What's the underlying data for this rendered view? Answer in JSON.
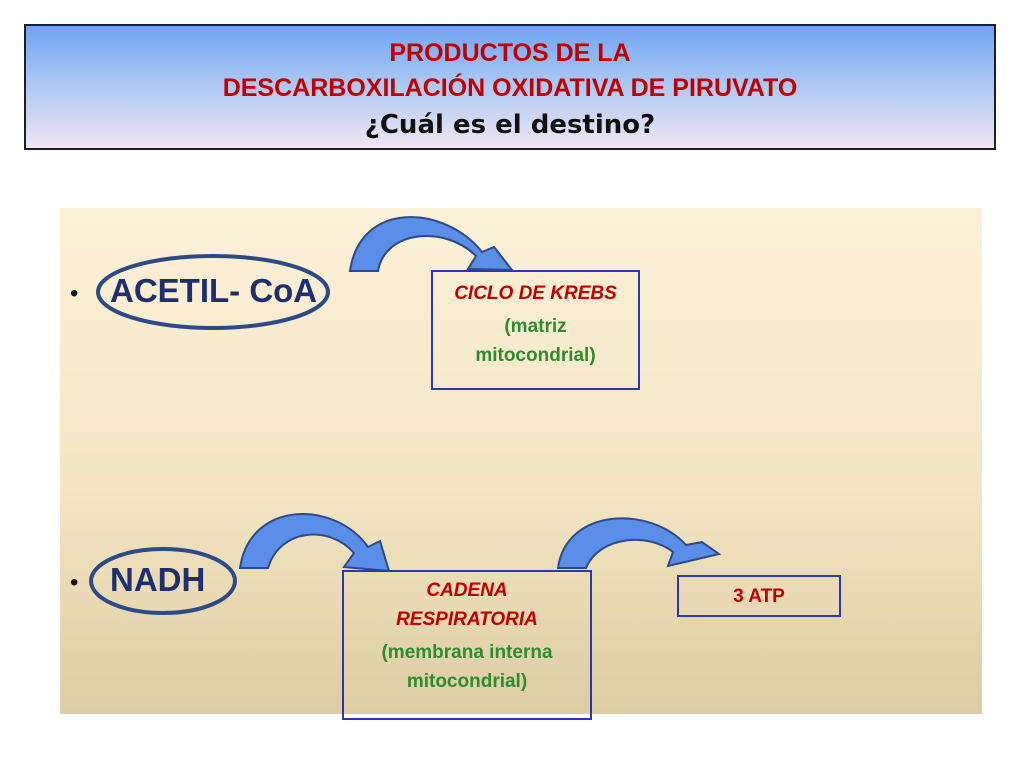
{
  "title": {
    "line1": "PRODUCTOS DE LA",
    "line2": "DESCARBOXILACIÓN OXIDATIVA DE PIRUVATO",
    "line3": "¿Cuál es el destino?"
  },
  "items": [
    {
      "bullet": "•",
      "label": "ACETIL- CoA"
    },
    {
      "bullet": "•",
      "label": "NADH"
    }
  ],
  "boxes": {
    "krebs": {
      "title": "CICLO DE KREBS",
      "detail_1": "(matriz",
      "detail_2": "mitocondrial)"
    },
    "cadena": {
      "title_1": "CADENA",
      "title_2": "RESPIRATORIA",
      "detail_1": "(membrana interna",
      "detail_2": "mitocondrial)"
    },
    "atp": {
      "label": "3 ATP"
    }
  },
  "colors": {
    "title_red": "#c00000",
    "detail_green": "#2e8b2e",
    "arrow_blue": "#5a8ee8",
    "ellipse_navy": "#2e4a85",
    "box_border": "#2a3aa8"
  },
  "icons": [
    "curved-arrow-icon"
  ]
}
